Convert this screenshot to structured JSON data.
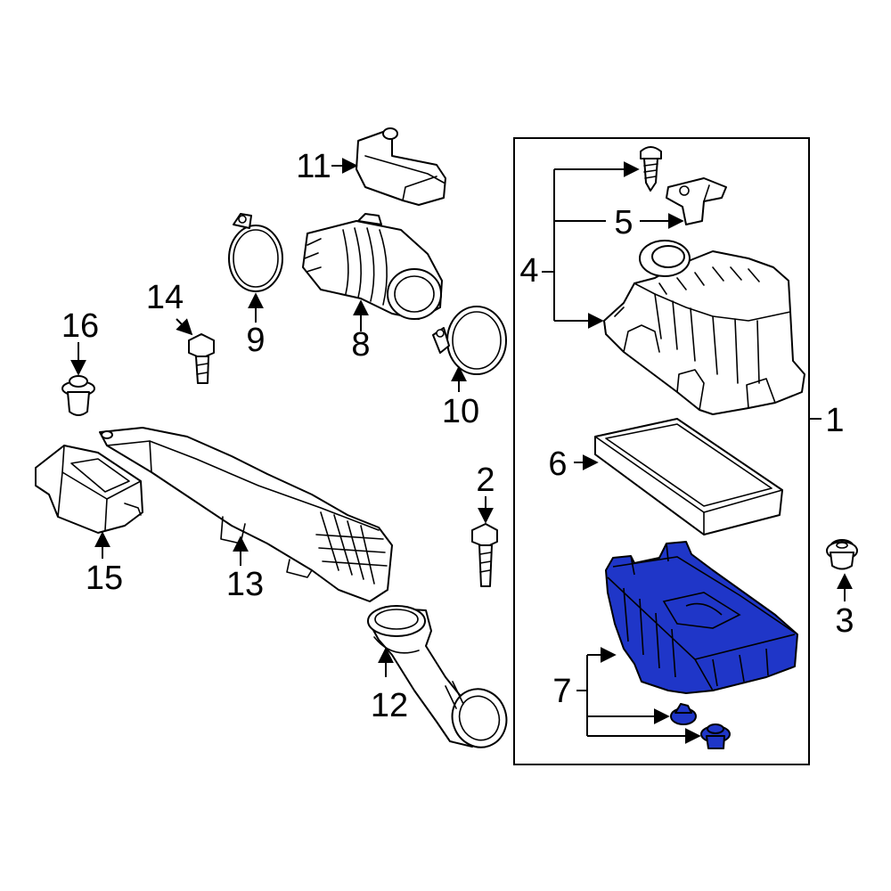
{
  "colors": {
    "highlight": "#1f36c8",
    "line": "#000000",
    "background": "#ffffff"
  },
  "callouts": {
    "c1": "1",
    "c2": "2",
    "c3": "3",
    "c4": "4",
    "c5": "5",
    "c6": "6",
    "c7": "7",
    "c8": "8",
    "c9": "9",
    "c10": "10",
    "c11": "11",
    "c12": "12",
    "c13": "13",
    "c14": "14",
    "c15": "15",
    "c16": "16"
  },
  "highlighted_part": "7"
}
